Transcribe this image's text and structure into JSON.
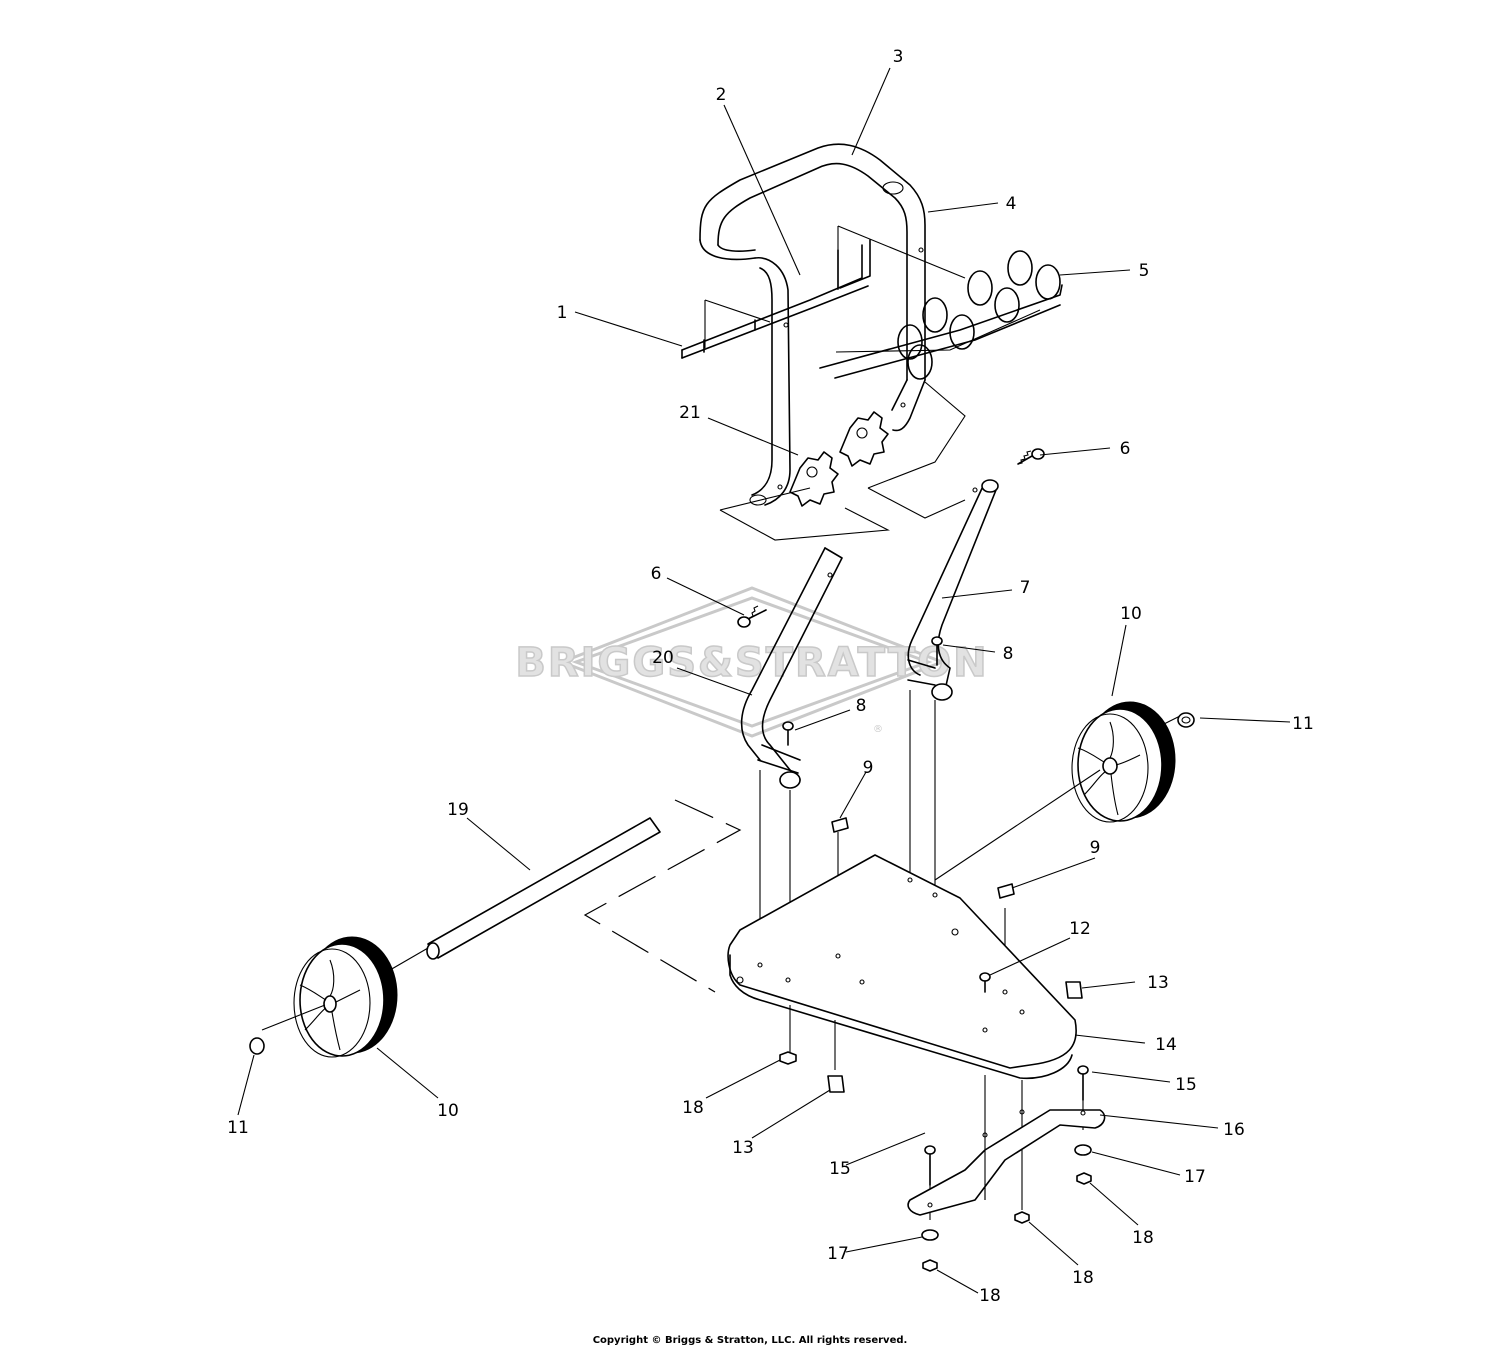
{
  "watermark": {
    "text": "BRIGGS&STRATTON",
    "registered_mark": "®",
    "color": "#c9c9c9"
  },
  "callouts": [
    {
      "key": "c3",
      "label": "3"
    },
    {
      "key": "c2",
      "label": "2"
    },
    {
      "key": "c4",
      "label": "4"
    },
    {
      "key": "c5",
      "label": "5"
    },
    {
      "key": "c1",
      "label": "1"
    },
    {
      "key": "c21",
      "label": "21"
    },
    {
      "key": "c6a",
      "label": "6"
    },
    {
      "key": "c6b",
      "label": "6"
    },
    {
      "key": "c7",
      "label": "7"
    },
    {
      "key": "c8a",
      "label": "8"
    },
    {
      "key": "c10a",
      "label": "10"
    },
    {
      "key": "c20",
      "label": "20"
    },
    {
      "key": "c8b",
      "label": "8"
    },
    {
      "key": "c11a",
      "label": "11"
    },
    {
      "key": "c9a",
      "label": "9"
    },
    {
      "key": "c19",
      "label": "19"
    },
    {
      "key": "c9b",
      "label": "9"
    },
    {
      "key": "c12",
      "label": "12"
    },
    {
      "key": "c13a",
      "label": "13"
    },
    {
      "key": "c14",
      "label": "14"
    },
    {
      "key": "c15a",
      "label": "15"
    },
    {
      "key": "c18a",
      "label": "18"
    },
    {
      "key": "c13b",
      "label": "13"
    },
    {
      "key": "c16",
      "label": "16"
    },
    {
      "key": "c10b",
      "label": "10"
    },
    {
      "key": "c11b",
      "label": "11"
    },
    {
      "key": "c15b",
      "label": "15"
    },
    {
      "key": "c17a",
      "label": "17"
    },
    {
      "key": "c18b",
      "label": "18"
    },
    {
      "key": "c17b",
      "label": "17"
    },
    {
      "key": "c18c",
      "label": "18"
    },
    {
      "key": "c18d",
      "label": "18"
    }
  ],
  "copyright": "Copyright © Briggs & Stratton, LLC. All rights reserved."
}
